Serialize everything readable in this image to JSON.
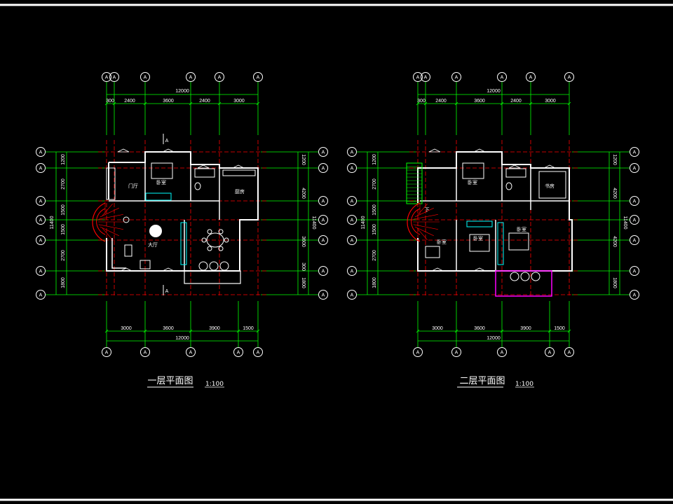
{
  "plans": [
    {
      "title": "一层平面图",
      "scale": "1:100",
      "total_width": "12000",
      "top_dims": [
        "300",
        "2400",
        "3600",
        "2400",
        "3000"
      ],
      "bottom_dims": [
        "3000",
        "3600",
        "3900",
        "1500"
      ],
      "left_dims": [
        "1200",
        "2700",
        "1500",
        "1500",
        "2700",
        "1800"
      ],
      "total_depth": "11400",
      "right_dims": [
        "1200",
        "4200",
        "3600",
        "300",
        "1800"
      ],
      "axis_label": "A",
      "section_label": "A",
      "rooms": [
        "门厅",
        "卧室",
        "厨房",
        "大厅"
      ]
    },
    {
      "title": "二层平面图",
      "scale": "1:100",
      "total_width": "12000",
      "top_dims": [
        "300",
        "2400",
        "3600",
        "2400",
        "3000"
      ],
      "bottom_dims": [
        "3000",
        "3600",
        "3900",
        "1500"
      ],
      "left_dims": [
        "1200",
        "2700",
        "1500",
        "1500",
        "2700",
        "1800"
      ],
      "total_depth": "11400",
      "right_dims": [
        "1200",
        "4200",
        "4200",
        "1800"
      ],
      "axis_label": "A",
      "stair_label": "下",
      "rooms": [
        "卧室",
        "卧室",
        "书房",
        "卧室",
        "卧室"
      ]
    }
  ],
  "colors": {
    "background": "#000000",
    "wall": "#ffffff",
    "dimension": "#00ff00",
    "axis_line": "#ff0000",
    "stair": "#ff0000",
    "furniture": "#00ffff",
    "balcony": "#ff00ff",
    "window": "#00ffff"
  }
}
